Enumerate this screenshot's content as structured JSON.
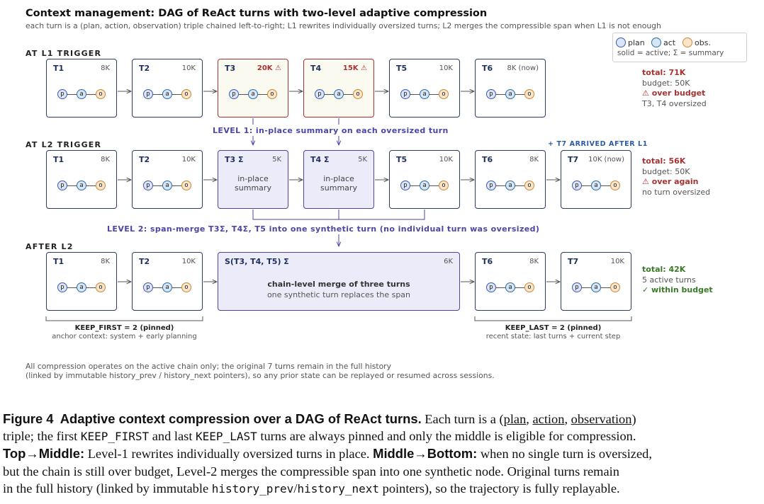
{
  "header": {
    "title": "Context management: DAG of ReAct turns with two-level adaptive compression",
    "subtitle": "each turn is a (plan, action, observation) triple chained left-to-right; L1 rewrites individually oversized turns; L2 merges the compressible span when L1 is not enough"
  },
  "legend": {
    "plan": "plan",
    "act": "act",
    "obs": "obs.",
    "note": "solid = active; Σ = summary"
  },
  "triple_glyphs": {
    "p": "p",
    "a": "a",
    "o": "o"
  },
  "rows": {
    "l1": {
      "label": "AT L1 TRIGGER",
      "turns": [
        {
          "name": "T1",
          "tokens": "8K"
        },
        {
          "name": "T2",
          "tokens": "10K"
        },
        {
          "name": "T3",
          "tokens": "20K ⚠"
        },
        {
          "name": "T4",
          "tokens": "15K ⚠"
        },
        {
          "name": "T5",
          "tokens": "10K"
        },
        {
          "name": "T6",
          "tokens": "8K (now)"
        }
      ],
      "status": {
        "total": "total: 71K",
        "budget": "budget: 50K",
        "flag": "⚠ over budget",
        "note": "T3, T4 oversized"
      }
    },
    "l2": {
      "label": "AT L2 TRIGGER",
      "arrival_note": "+ T7 ARRIVED AFTER L1",
      "turns": [
        {
          "name": "T1",
          "tokens": "8K"
        },
        {
          "name": "T2",
          "tokens": "10K"
        },
        {
          "name": "T3 Σ",
          "tokens": "5K",
          "summary_line1": "in-place",
          "summary_line2": "summary"
        },
        {
          "name": "T4 Σ",
          "tokens": "5K",
          "summary_line1": "in-place",
          "summary_line2": "summary"
        },
        {
          "name": "T5",
          "tokens": "10K"
        },
        {
          "name": "T6",
          "tokens": "8K"
        },
        {
          "name": "T7",
          "tokens": "10K (now)"
        }
      ],
      "status": {
        "total": "total: 56K",
        "budget": "budget: 50K",
        "flag": "⚠ over again",
        "note": "no turn oversized"
      }
    },
    "after": {
      "label": "AFTER L2",
      "turns": [
        {
          "name": "T1",
          "tokens": "8K"
        },
        {
          "name": "T2",
          "tokens": "10K"
        },
        {
          "name": "S(T3, T4, T5) Σ",
          "tokens": "6K",
          "line1": "chain-level merge of three turns",
          "line2": "one synthetic turn replaces the span"
        },
        {
          "name": "T6",
          "tokens": "8K"
        },
        {
          "name": "T7",
          "tokens": "10K"
        }
      ],
      "status": {
        "total": "total: 42K",
        "budget": "5 active turns",
        "flag": "✓ within budget"
      }
    }
  },
  "levels": {
    "l1": "LEVEL 1: in-place summary on each oversized turn",
    "l2": "LEVEL 2: span-merge T3Σ, T4Σ, T5 into one synthetic turn (no individual turn was oversized)"
  },
  "keep": {
    "first_label": "KEEP_FIRST = 2 (pinned)",
    "first_sub": "anchor context: system + early planning",
    "last_label": "KEEP_LAST = 2 (pinned)",
    "last_sub": "recent state: last turns + current step"
  },
  "footnote": {
    "line1": "All compression operates on the active chain only; the original 7 turns remain in the full history",
    "line2": "(linked by immutable history_prev / history_next pointers), so any prior state can be replayed or resumed across sessions."
  },
  "caption": {
    "fig": "Figure 4",
    "fig_title": "Adaptive context compression over a DAG of ReAct turns.",
    "l1_a": "Each turn is a (",
    "plan": "plan",
    "comma1": ", ",
    "action": "action",
    "comma2": ", ",
    "observation": "observation",
    "paren": ")",
    "l2_a": "triple; the first ",
    "keep_first": "KEEP_FIRST",
    "l2_b": " and last ",
    "keep_last": "KEEP_LAST",
    "l2_c": " turns are always pinned and only the middle is eligible for compression.",
    "tm_label": "Top→Middle:",
    "tm_text": " Level-1 rewrites individually oversized turns in place. ",
    "mb_label": "Middle→Bottom:",
    "mb_text": " when no single turn is oversized,",
    "l4": "but the chain is still over budget, Level-2 merges the compressible span into one synthetic node. Original turns remain",
    "l5_a": "in the full history (linked by immutable ",
    "hist_prev": "history_prev",
    "slash": "/",
    "hist_next": "history_next",
    "l5_b": " pointers), so the trajectory is fully replayable."
  },
  "colors": {
    "turn_border": "#2b3d66",
    "oversized": "#a83232",
    "summary_fill": "#ecebf9",
    "summary_border": "#4b45a6",
    "within_budget": "#3a7a28"
  }
}
